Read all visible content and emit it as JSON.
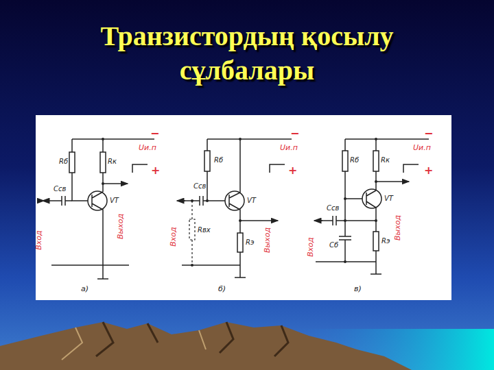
{
  "diagram": {
    "title": "Транзистордың қосылу сұлбалары",
    "labels": [
      "Rб",
      "Rк",
      "Cсв",
      "VT",
      "Uи.п",
      "−",
      "+",
      "Вход",
      "Выход",
      "а)",
      "Rб",
      "Cсв",
      "VT",
      "Uи.п",
      "−",
      "+",
      "Вход",
      "Rвх",
      "Rэ",
      "Выход",
      "б)",
      "Rб",
      "Rк",
      "VT",
      "Uи.п",
      "−",
      "+",
      "Cсв",
      "Cб",
      "Вход",
      "Rэ",
      "Выход",
      "в)"
    ]
  }
}
